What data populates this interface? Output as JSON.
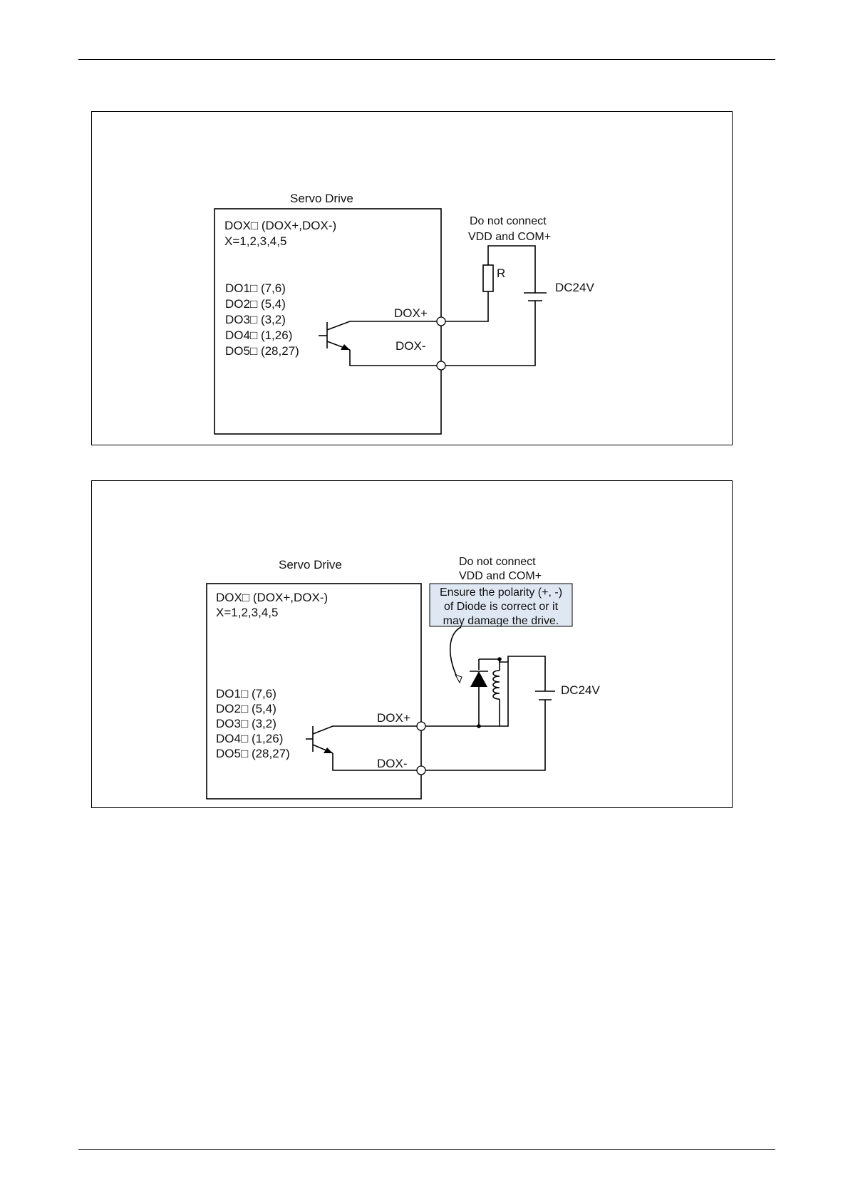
{
  "diagram1": {
    "title": "Servo Drive",
    "line1": "DOX□  (DOX+,DOX-)",
    "line2": "X=1,2,3,4,5",
    "pins": [
      "DO1□  (7,6)",
      "DO2□  (5,4)",
      "DO3□  (3,2)",
      "DO4□  (1,26)",
      "DO5□  (28,27)"
    ],
    "dox_plus": "DOX+",
    "dox_minus": "DOX-",
    "note_line1": "Do not connect",
    "note_line2": "VDD and COM+",
    "resistor_label": "R",
    "supply_label": "DC24V"
  },
  "diagram2": {
    "title": "Servo Drive",
    "line1": "DOX□  (DOX+,DOX-)",
    "line2": "X=1,2,3,4,5",
    "pins": [
      "DO1□  (7,6)",
      "DO2□  (5,4)",
      "DO3□  (3,2)",
      "DO4□  (1,26)",
      "DO5□  (28,27)"
    ],
    "dox_plus": "DOX+",
    "dox_minus": "DOX-",
    "note_line1": "Do not connect",
    "note_line2": "VDD and COM+",
    "warning": [
      "Ensure the polarity (+, -)",
      "of Diode is correct or it",
      "may damage the drive."
    ],
    "supply_label": "DC24V",
    "warning_bg": "#dfe7f3"
  }
}
